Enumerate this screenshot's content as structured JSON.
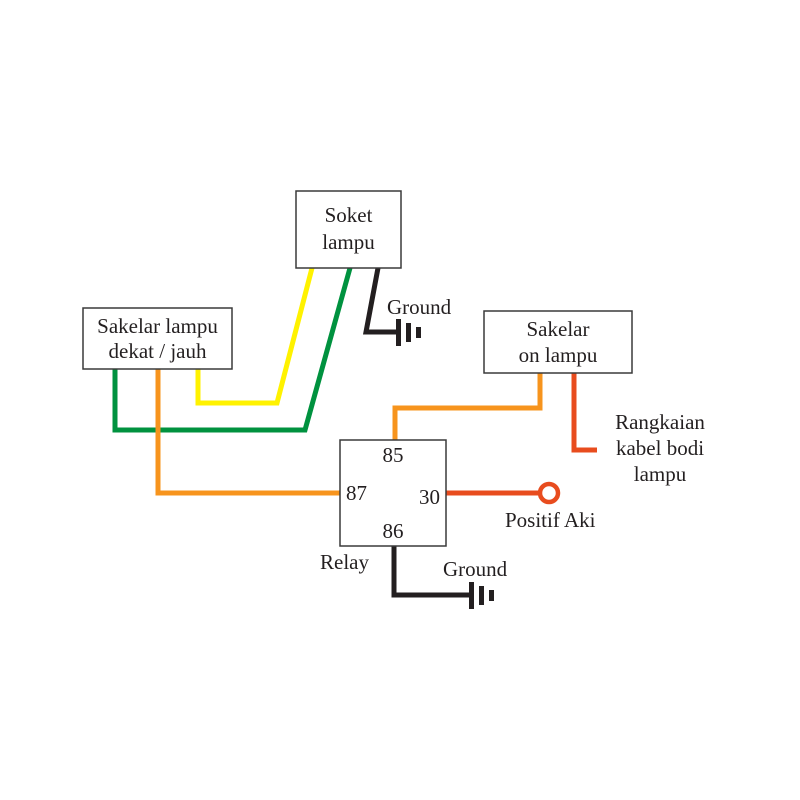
{
  "colors": {
    "yellow_wire": "#fff200",
    "green_wire": "#00923f",
    "orange_wire": "#f7941d",
    "red_wire": "#e84c1e",
    "ground_wire": "#231f20",
    "box_border": "#3a3a3a",
    "text": "#231f20"
  },
  "components": {
    "soket_lampu": {
      "line1": "Soket",
      "line2": "lampu"
    },
    "sakelar_dekat_jauh": {
      "line1": "Sakelar lampu",
      "line2": "dekat / jauh"
    },
    "sakelar_on": {
      "line1": "Sakelar",
      "line2": "on lampu"
    },
    "relay": {
      "label": "Relay",
      "pins": {
        "p85": "85",
        "p87": "87",
        "p30": "30",
        "p86": "86"
      }
    }
  },
  "labels": {
    "ground_top": "Ground",
    "ground_bottom": "Ground",
    "positif_aki": "Positif Aki",
    "rangkaian": {
      "line1": "Rangkaian",
      "line2": "kabel bodi",
      "line3": "lampu"
    }
  },
  "connections": [
    {
      "from": "Sakelar lampu dekat / jauh",
      "to": "Soket lampu",
      "color": "yellow"
    },
    {
      "from": "Sakelar lampu dekat / jauh",
      "to": "Soket lampu",
      "color": "green"
    },
    {
      "from": "Soket lampu",
      "to": "Ground",
      "color": "black"
    },
    {
      "from": "Sakelar lampu dekat / jauh",
      "to": "Relay 87",
      "color": "orange"
    },
    {
      "from": "Sakelar on lampu",
      "to": "Relay 85",
      "color": "orange"
    },
    {
      "from": "Sakelar on lampu",
      "to": "Rangkaian kabel bodi lampu",
      "color": "red"
    },
    {
      "from": "Relay 30",
      "to": "Positif Aki",
      "color": "red"
    },
    {
      "from": "Relay 86",
      "to": "Ground",
      "color": "black"
    }
  ]
}
